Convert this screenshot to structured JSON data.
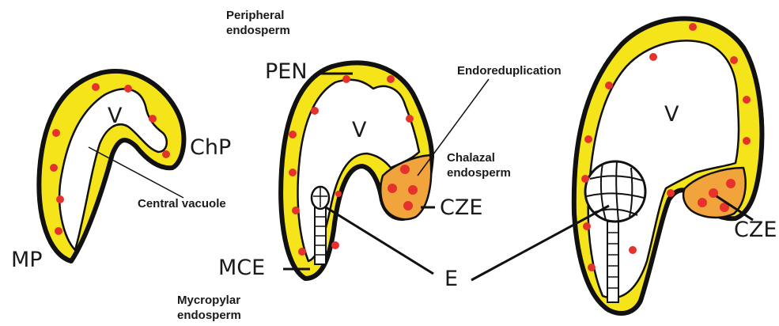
{
  "colors": {
    "endosperm": "#f6e41a",
    "chalazal": "#f1a33c",
    "nucleus": "#e6322c",
    "outline": "#111111",
    "vacuole": "#ffffff"
  },
  "labels": {
    "v1": "V",
    "v2": "V",
    "v3": "V",
    "mp": "MP",
    "chp": "ChP",
    "central_vacuole": "Central vacuole",
    "peripheral_line1": "Peripheral",
    "peripheral_line2": "endosperm",
    "pen": "PEN",
    "endoreduplication": "Endoreduplication",
    "chalazal_line1": "Chalazal",
    "chalazal_line2": "endosperm",
    "cze_middle": "CZE",
    "mce": "MCE",
    "mycropylar_line1": "Mycropylar",
    "mycropylar_line2": "endosperm",
    "e": "E",
    "cze_right": "CZE"
  }
}
